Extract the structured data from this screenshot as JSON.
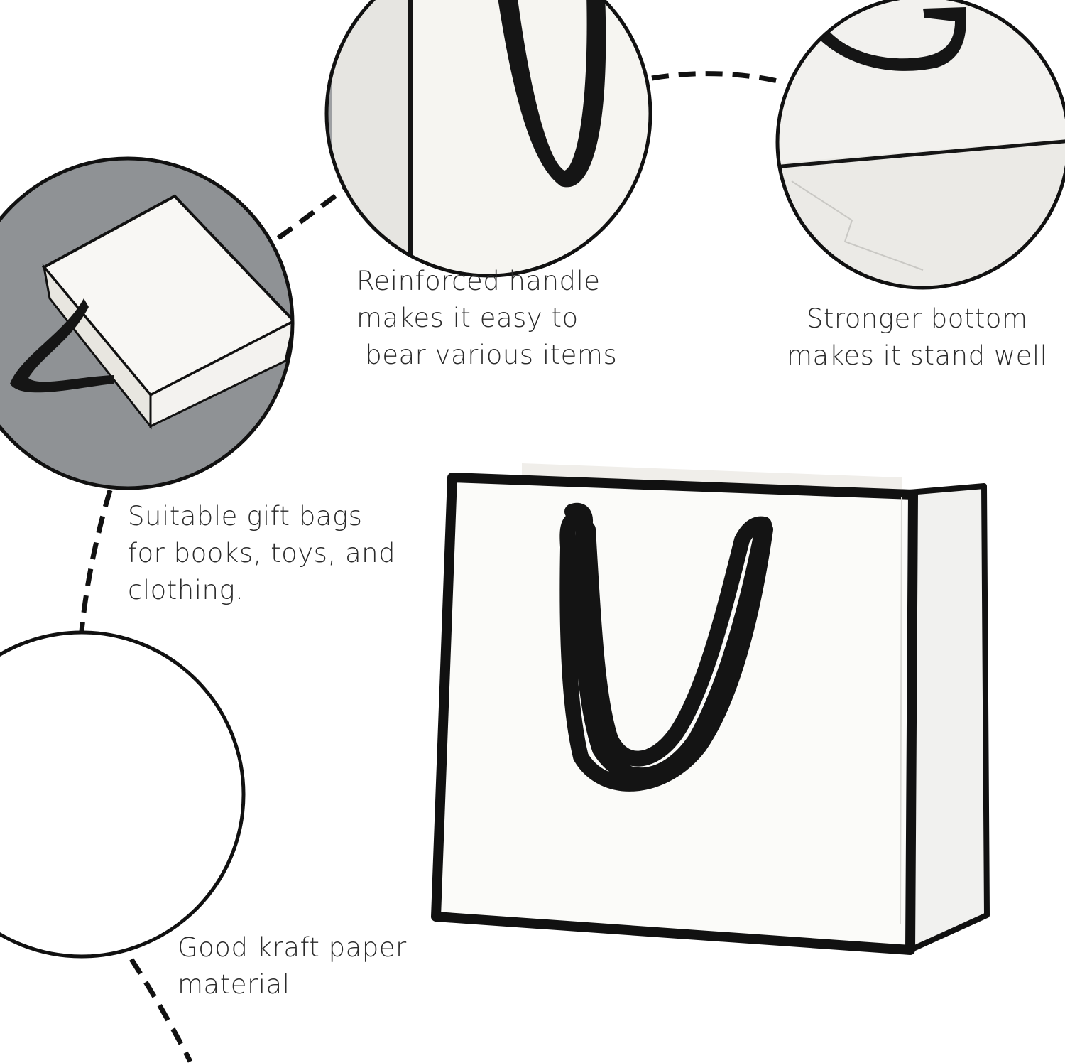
{
  "captions": {
    "handle": [
      "Reinforced handle",
      "makes it easy to",
      " bear various items"
    ],
    "bottom": [
      "Stronger bottom",
      "makes it stand well"
    ],
    "suitable": [
      "Suitable gift bags",
      "for books, toys, and",
      "clothing."
    ],
    "material": [
      "Good kraft paper",
      "material"
    ]
  },
  "colors": {
    "ink": "#111111",
    "paper": "#f7f6f2",
    "grey_backdrop": "#8c8f92",
    "text": "#2b2b2b"
  }
}
